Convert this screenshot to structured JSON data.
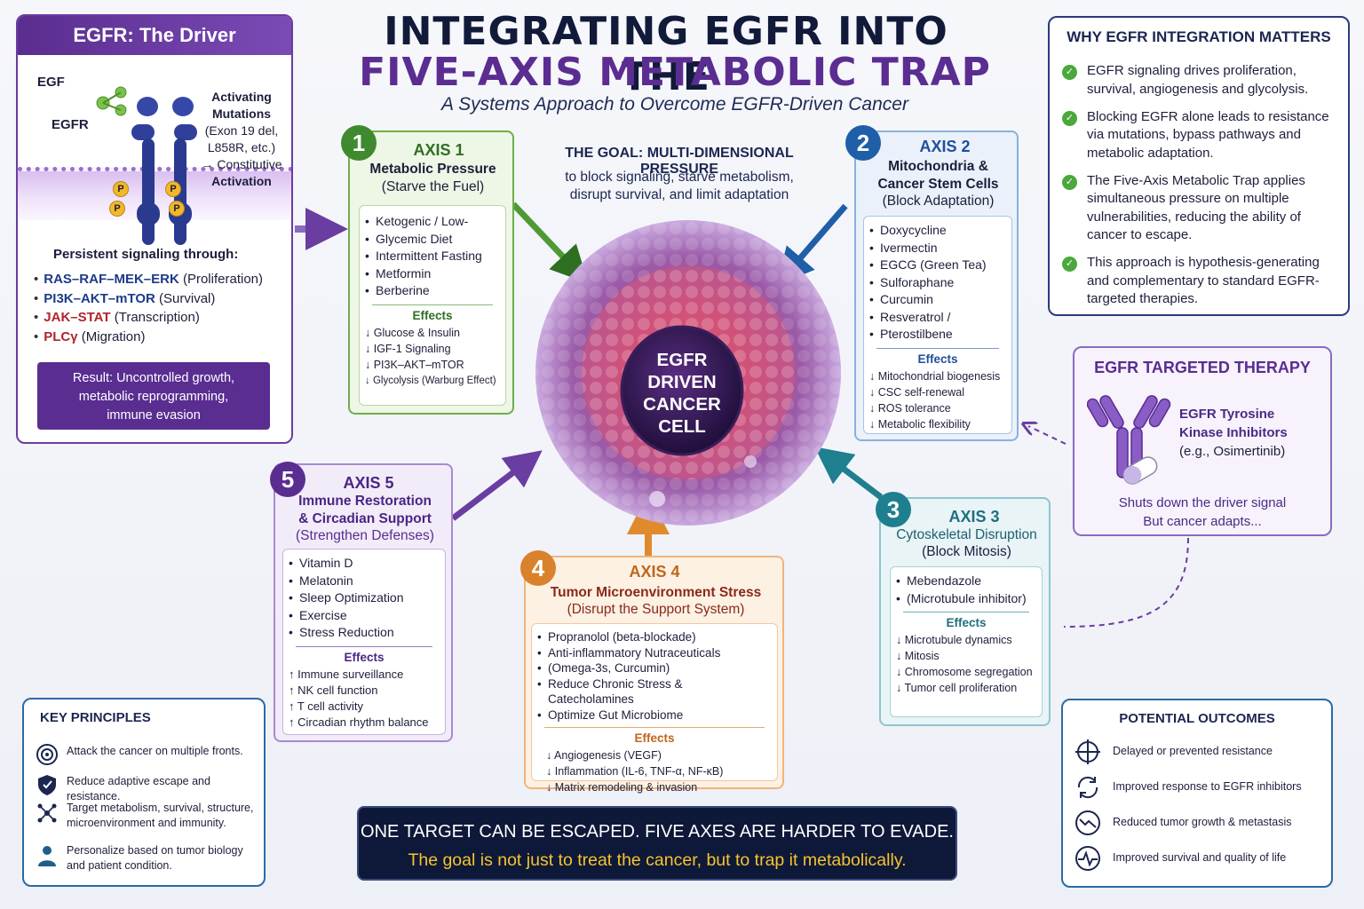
{
  "title": {
    "line1": "INTEGRATING EGFR INTO THE",
    "line2": "FIVE-AXIS METABOLIC TRAP",
    "subtitle": "A Systems Approach to Overcome EGFR-Driven Cancer"
  },
  "driver": {
    "header": "EGFR: The Driver",
    "egf_label": "EGF",
    "egfr_label": "EGFR",
    "mutations": [
      "Activating",
      "Mutations",
      "(Exon 19 del,",
      "L858R, etc.)"
    ],
    "constitutive": [
      "→ Constitutive",
      "Activation"
    ],
    "phospho_label": "P",
    "persistent": "Persistent signaling through:",
    "pathways": [
      {
        "name": "RAS–RAF–MEK–ERK",
        "role": "(Proliferation)"
      },
      {
        "name": "PI3K–AKT–mTOR",
        "role": "(Survival)"
      },
      {
        "name": "JAK–STAT",
        "role": "(Transcription)"
      },
      {
        "name": "PLCγ",
        "role": "(Migration)"
      }
    ],
    "result": [
      "Result: Uncontrolled growth,",
      "metabolic reprogramming,",
      "immune evasion"
    ]
  },
  "goal": {
    "heading": "THE GOAL: MULTI-DIMENSIONAL PRESSURE",
    "text": [
      "to block signaling, starve metabolism,",
      "disrupt survival, and limit adaptation"
    ]
  },
  "cell": {
    "lines": [
      "EGFR",
      "DRIVEN",
      "CANCER",
      "CELL"
    ]
  },
  "axes": [
    {
      "number": "1",
      "title": "AXIS 1",
      "subtitle": [
        "Metabolic Pressure"
      ],
      "paren": "(Starve the Fuel)",
      "items": [
        "Ketogenic / Low-",
        "Glycemic Diet",
        "Intermittent Fasting",
        "Metformin",
        "Berberine"
      ],
      "effects_label": "Effects",
      "effects": [
        "↓ Glucose & Insulin",
        "↓ IGF-1 Signaling",
        "↓ PI3K–AKT–mTOR",
        "↓ Glycolysis (Warburg Effect)"
      ]
    },
    {
      "number": "2",
      "title": "AXIS 2",
      "subtitle": [
        "Mitochondria &",
        "Cancer Stem Cells"
      ],
      "paren": "(Block Adaptation)",
      "items": [
        "Doxycycline",
        "Ivermectin",
        "EGCG (Green Tea)",
        "Sulforaphane",
        "Curcumin",
        "Resveratrol /",
        "Pterostilbene"
      ],
      "effects_label": "Effects",
      "effects": [
        "↓ Mitochondrial biogenesis",
        "↓ CSC self-renewal",
        "↓ ROS tolerance",
        "↓ Metabolic flexibility"
      ]
    },
    {
      "number": "3",
      "title": "AXIS 3",
      "subtitle": [
        "Cytoskeletal Disruption"
      ],
      "paren": "(Block Mitosis)",
      "items": [
        "Mebendazole",
        "(Microtubule inhibitor)"
      ],
      "effects_label": "Effects",
      "effects": [
        "↓ Microtubule dynamics",
        "↓ Mitosis",
        "↓ Chromosome segregation",
        "↓ Tumor cell proliferation"
      ]
    },
    {
      "number": "4",
      "title": "AXIS 4",
      "subtitle": [
        "Tumor Microenvironment Stress"
      ],
      "paren": "(Disrupt the Support System)",
      "items": [
        "Propranolol (beta-blockade)",
        "Anti-inflammatory Nutraceuticals",
        "(Omega-3s, Curcumin)",
        "Reduce Chronic Stress & Catecholamines",
        "Optimize Gut Microbiome"
      ],
      "effects_label": "Effects",
      "effects": [
        "↓ Angiogenesis (VEGF)",
        "↓ Inflammation (IL-6, TNF-α, NF-κB)",
        "↓ Matrix remodeling & invasion"
      ]
    },
    {
      "number": "5",
      "title": "AXIS 5",
      "subtitle": [
        "Immune Restoration",
        "& Circadian Support"
      ],
      "paren": "(Strengthen Defenses)",
      "items": [
        "Vitamin D",
        "Melatonin",
        "Sleep Optimization",
        "Exercise",
        "Stress Reduction"
      ],
      "effects_label": "Effects",
      "effects": [
        "↑ Immune surveillance",
        "↑ NK cell function",
        "↑ T cell activity",
        "↑ Circadian rhythm balance"
      ]
    }
  ],
  "why": {
    "heading": "WHY EGFR INTEGRATION MATTERS",
    "check_glyph": "✓",
    "points": [
      "EGFR signaling drives proliferation, survival, angiogenesis and glycolysis.",
      "Blocking EGFR alone leads to resistance via mutations, bypass pathways and metabolic adaptation.",
      "The Five-Axis Metabolic Trap applies simultaneous pressure on multiple vulnerabilities, reducing the ability of cancer to escape.",
      "This approach is hypothesis-generating and complementary to standard EGFR-targeted therapies."
    ]
  },
  "targeted": {
    "heading": "EGFR TARGETED THERAPY",
    "drug": [
      "EGFR Tyrosine",
      "Kinase Inhibitors"
    ],
    "example": "(e.g., Osimertinib)",
    "note": [
      "Shuts down the driver signal",
      "But cancer adapts..."
    ]
  },
  "principles": {
    "heading": "KEY PRINCIPLES",
    "items": [
      {
        "icon": "target-icon",
        "text": "Attack the cancer on multiple fronts."
      },
      {
        "icon": "shield-icon",
        "text": "Reduce adaptive escape and resistance."
      },
      {
        "icon": "network-icon",
        "text": "Target metabolism, survival, structure, microenvironment and immunity."
      },
      {
        "icon": "person-icon",
        "text": "Personalize based on tumor biology and patient condition."
      }
    ]
  },
  "outcomes": {
    "heading": "POTENTIAL OUTCOMES",
    "items": [
      {
        "icon": "crosshair-icon",
        "text": "Delayed or prevented resistance"
      },
      {
        "icon": "cycle-icon",
        "text": "Improved response to EGFR inhibitors"
      },
      {
        "icon": "downtrend-icon",
        "text": "Reduced tumor growth & metastasis"
      },
      {
        "icon": "heartbeat-icon",
        "text": "Improved survival and quality of life"
      }
    ]
  },
  "banner": {
    "line1": "ONE TARGET CAN BE ESCAPED.  FIVE AXES ARE HARDER TO EVADE.",
    "line2": "The goal is not just to treat the cancer, but to trap it metabolically."
  },
  "colors": {
    "axis1": "#3f8a2e",
    "axis2": "#1f5fa8",
    "axis3": "#1e7f8f",
    "axis4": "#d9822b",
    "axis5": "#5a2d91",
    "purple": "#5a2d91",
    "navy": "#0e1838",
    "yellow": "#f4c430"
  }
}
